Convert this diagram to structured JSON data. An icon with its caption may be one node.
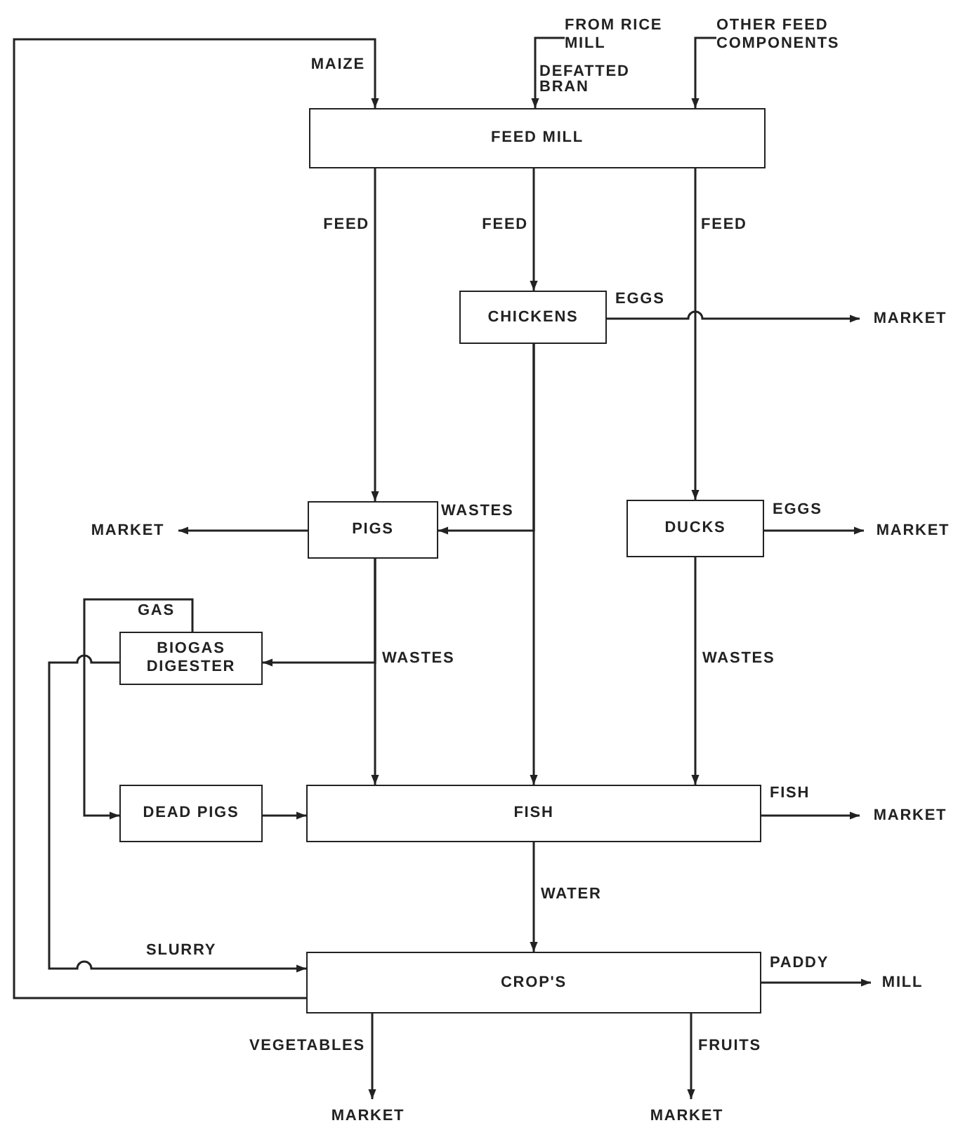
{
  "diagram": {
    "nodes": [
      {
        "text": [
          "FEED MILL"
        ]
      },
      {
        "text": [
          "FROM RICE MILL"
        ]
      },
      {
        "text": [
          "OTHER FEED COMPONENTS"
        ]
      },
      {
        "text": [
          "CHICKENS"
        ]
      },
      {
        "text": [
          "MARKET"
        ]
      },
      {
        "text": [
          "PIGS"
        ]
      },
      {
        "text": [
          "MARKET"
        ]
      },
      {
        "text": [
          "DUCKS"
        ]
      },
      {
        "text": [
          "MARKET"
        ]
      },
      {
        "text": [
          "BIOGAS DIGESTER"
        ]
      },
      {
        "text": [
          "DEAD PIGS"
        ]
      },
      {
        "text": [
          "FISH"
        ]
      },
      {
        "text": [
          "MARKET"
        ]
      },
      {
        "text": [
          "CROP'S"
        ]
      },
      {
        "text": [
          "MILL"
        ]
      },
      {
        "text": [
          "MARKET"
        ]
      },
      {
        "text": [
          "MARKET"
        ]
      }
    ],
    "edges": [
      {
        "from": 13,
        "to": 0,
        "arrow": "to",
        "label": "MAIZE"
      },
      {
        "from": 1,
        "to": 0,
        "arrow": "to",
        "label": "DEFATTED BRAN"
      },
      {
        "from": 2,
        "to": 0,
        "arrow": "to"
      },
      {
        "from": 0,
        "to": 5,
        "arrow": "to",
        "label": "FEED"
      },
      {
        "from": 0,
        "to": 3,
        "arrow": "to",
        "label": "FEED"
      },
      {
        "from": 0,
        "to": 7,
        "arrow": "to",
        "label": "FEED"
      },
      {
        "from": 3,
        "to": 4,
        "arrow": "to",
        "label": "EGGS"
      },
      {
        "from": 3,
        "to": 5,
        "arrow": "to",
        "label": "WASTES"
      },
      {
        "from": 3,
        "to": 11,
        "arrow": "to"
      },
      {
        "from": 5,
        "to": 6,
        "arrow": "to"
      },
      {
        "from": 7,
        "to": 8,
        "arrow": "to",
        "label": "EGGS"
      },
      {
        "from": 5,
        "to": 11,
        "arrow": "to",
        "label": "WASTES"
      },
      {
        "from": 5,
        "to": 9,
        "arrow": "to"
      },
      {
        "from": 7,
        "to": 11,
        "arrow": "to",
        "label": "WASTES"
      },
      {
        "from": 9,
        "to": 10,
        "arrow": "to",
        "label": "GAS"
      },
      {
        "from": 9,
        "to": 13,
        "arrow": "to",
        "label": "SLURRY"
      },
      {
        "from": 10,
        "to": 11,
        "arrow": "to"
      },
      {
        "from": 11,
        "to": 12,
        "arrow": "to",
        "label": "FISH"
      },
      {
        "from": 11,
        "to": 13,
        "arrow": "to",
        "label": "WATER"
      },
      {
        "from": 13,
        "to": 14,
        "arrow": "to",
        "label": "PADDY"
      },
      {
        "from": 13,
        "to": 15,
        "arrow": "to",
        "label": "VEGETABLES"
      },
      {
        "from": 13,
        "to": 16,
        "arrow": "to",
        "label": "FRUITS"
      }
    ]
  }
}
